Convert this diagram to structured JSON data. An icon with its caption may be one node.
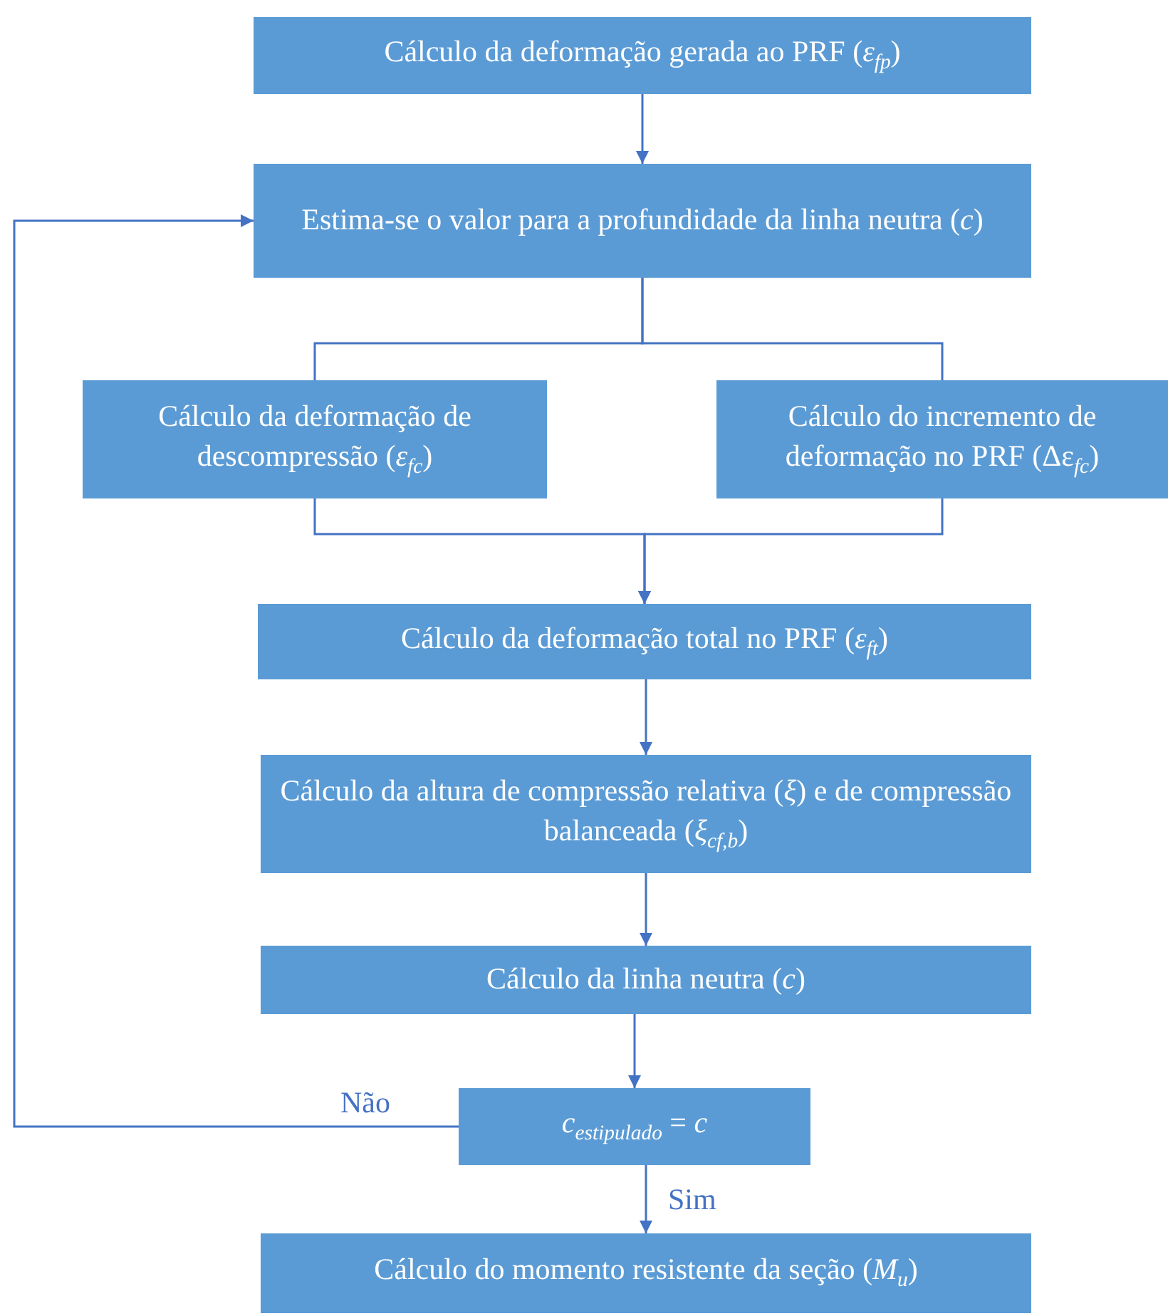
{
  "diagram": {
    "nodes": [
      {
        "text": [
          "Cálculo da deformação gerada ao PRF (*ε*$_{fp}$)"
        ]
      },
      {
        "text": [
          "Estima-se o valor para a profundidade da linha neutra (*c*)"
        ]
      },
      {
        "text": [
          "Cálculo da deformação de descompressão (*ε*$_{fc}$)"
        ]
      },
      {
        "text": [
          "Cálculo do incremento de deformação no PRF (Δε$_{fc}$)"
        ]
      },
      {
        "text": [
          "Cálculo da deformação total no PRF (*ε*$_{ft}$)"
        ]
      },
      {
        "text": [
          "Cálculo da altura de compressão relativa (*ξ*) e de compressão balanceada (*ξ*$_{cf,b}$)"
        ]
      },
      {
        "text": [
          "Cálculo da linha neutra (*c*)"
        ]
      },
      {
        "text": [
          "*c*$_{estipulado}$ = *c*"
        ]
      },
      {
        "text": [
          "Cálculo do momento resistente da seção (*M*$_{u}$)"
        ]
      }
    ],
    "edges": [
      {
        "from": 0,
        "to": 1,
        "arrow": "to"
      },
      {
        "from": 1,
        "to": 2,
        "arrow": "none"
      },
      {
        "from": 1,
        "to": 3,
        "arrow": "none"
      },
      {
        "from": 2,
        "to": 4,
        "arrow": "to"
      },
      {
        "from": 3,
        "to": 4,
        "arrow": "to"
      },
      {
        "from": 4,
        "to": 5,
        "arrow": "to"
      },
      {
        "from": 5,
        "to": 6,
        "arrow": "to"
      },
      {
        "from": 6,
        "to": 7,
        "arrow": "to"
      },
      {
        "from": 7,
        "to": 8,
        "arrow": "to",
        "label": "Sim"
      },
      {
        "from": 7,
        "to": 1,
        "arrow": "to",
        "label": "Não"
      }
    ]
  }
}
